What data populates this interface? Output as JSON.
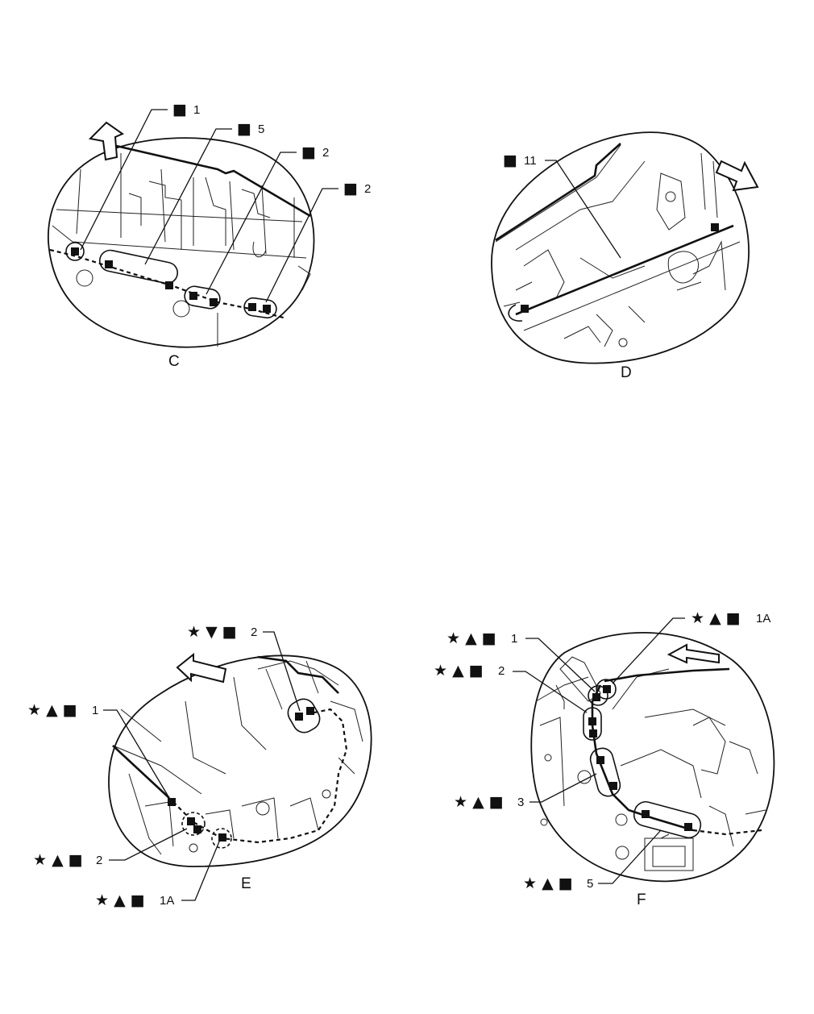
{
  "views": [
    {
      "id": "C",
      "label": "C",
      "callouts": [
        {
          "symbols": "■",
          "number": "1"
        },
        {
          "symbols": "■",
          "number": "5"
        },
        {
          "symbols": "■",
          "number": "2"
        },
        {
          "symbols": "■",
          "number": "2"
        }
      ]
    },
    {
      "id": "D",
      "label": "D",
      "callouts": [
        {
          "symbols": "■",
          "number": "11"
        }
      ]
    },
    {
      "id": "E",
      "label": "E",
      "callouts": [
        {
          "symbols": "★ ▼ ■",
          "number": "2"
        },
        {
          "symbols": "★ ▲ ■",
          "number": "1"
        },
        {
          "symbols": "★ ▲ ■",
          "number": "2"
        },
        {
          "symbols": "★ ▲ ■",
          "number": "1A"
        }
      ]
    },
    {
      "id": "F",
      "label": "F",
      "callouts": [
        {
          "symbols": "★ ▲ ■",
          "number": "1A"
        },
        {
          "symbols": "★ ▲ ■",
          "number": "1"
        },
        {
          "symbols": "★ ▲ ■",
          "number": "2"
        },
        {
          "symbols": "★ ▲ ■",
          "number": "3"
        },
        {
          "symbols": "★ ▲ ■",
          "number": "5"
        }
      ]
    }
  ]
}
